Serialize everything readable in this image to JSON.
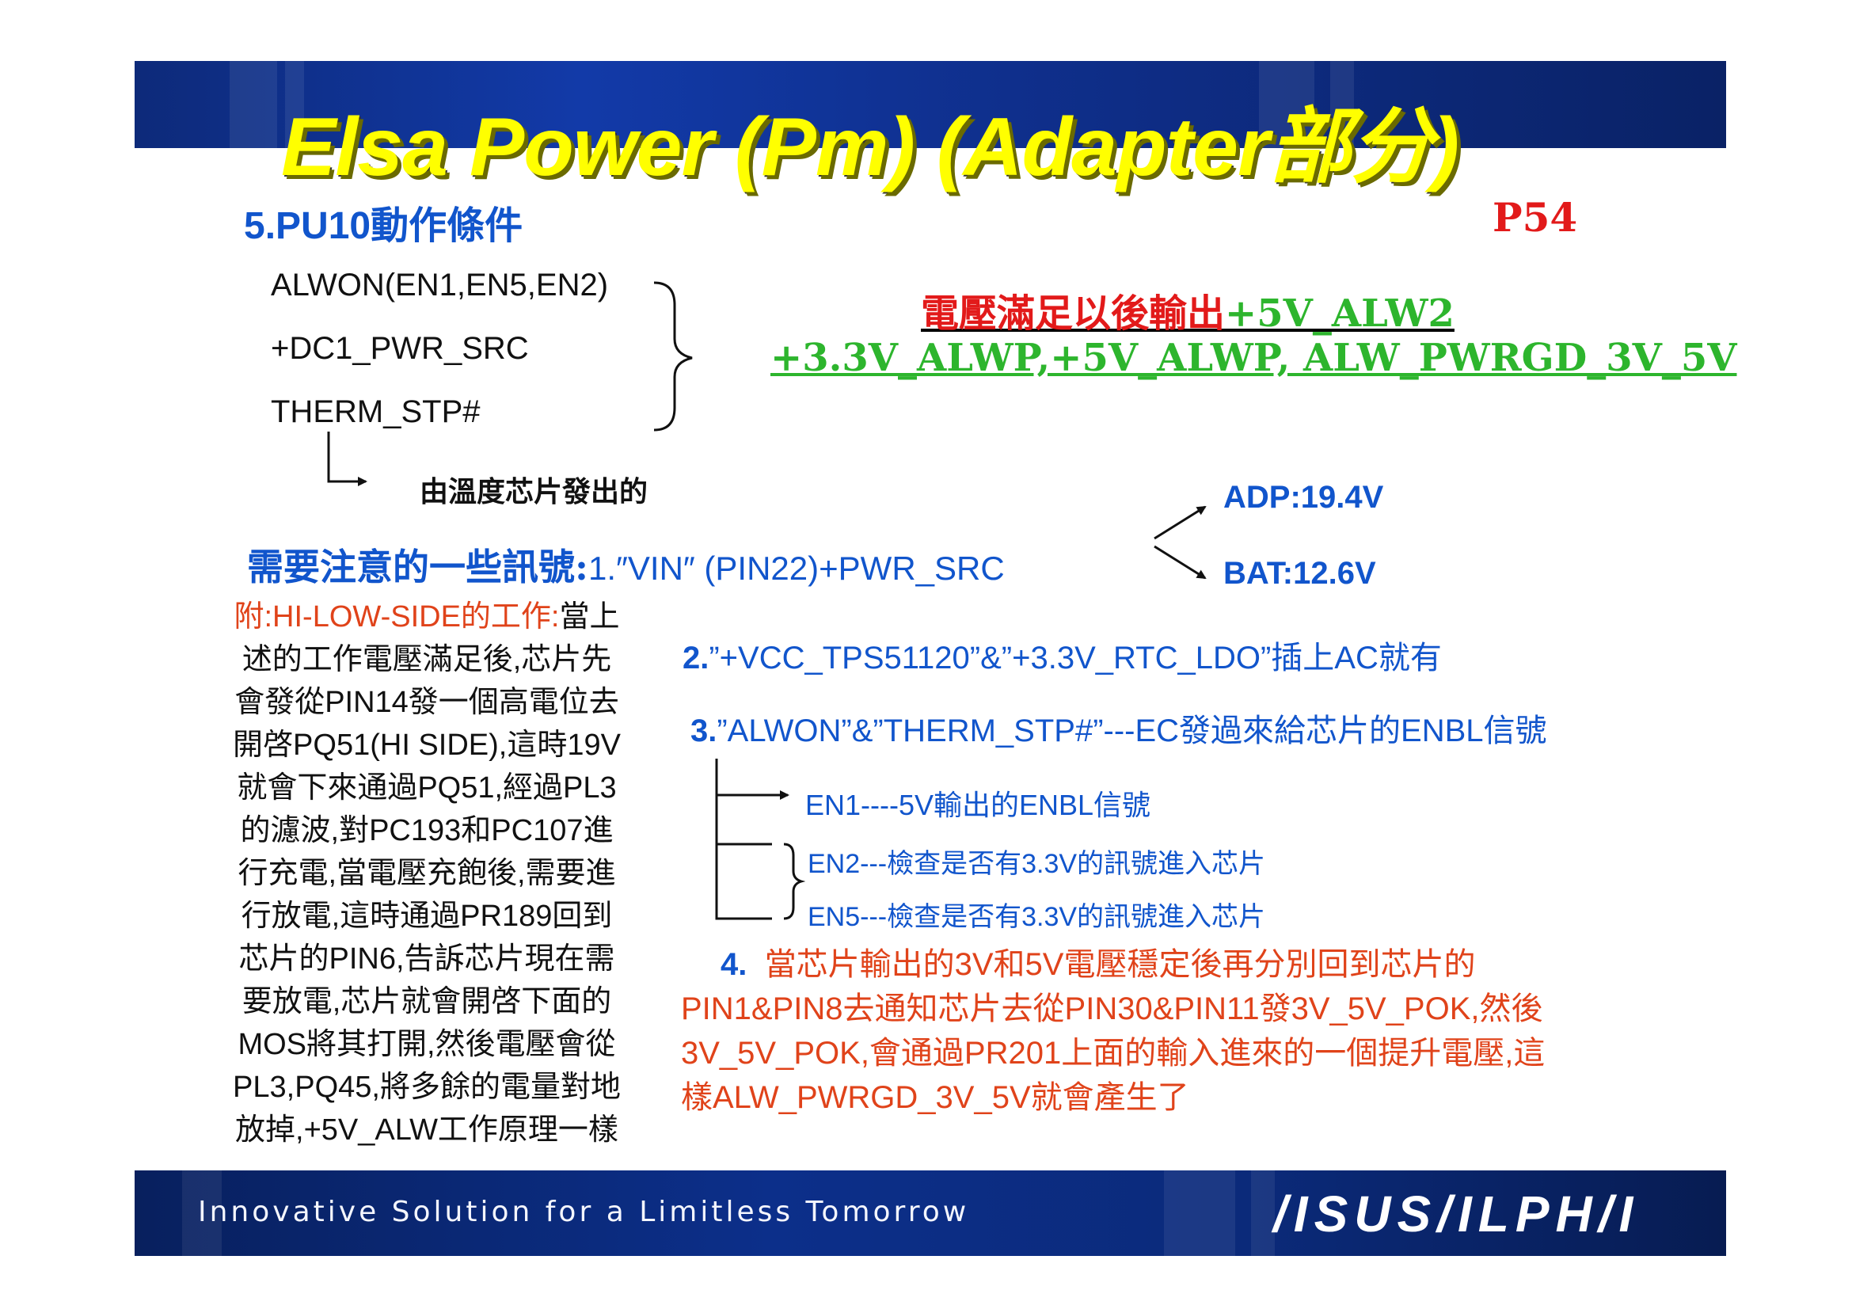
{
  "header": {
    "title": "Elsa Power  (Pm) (Adapter部分)"
  },
  "section": {
    "heading": "5.PU10動作條件",
    "page_ref": "P54"
  },
  "conditions": {
    "items": [
      "ALWON(EN1,EN5,EN2)",
      "+DC1_PWR_SRC",
      "THERM_STP#"
    ],
    "thermal_note": "由溫度芯片發出的"
  },
  "result": {
    "line1_prefix": "電壓滿足以後輸出",
    "line1_signal": "+5V_ALW2",
    "line2": "+3.3V_ALWP,+5V_ALWP, ALW_PWRGD_3V_5V"
  },
  "notice": {
    "label": "需要注意的一些訊號:",
    "item1": "1.″VIN″ (PIN22)+PWR_SRC",
    "adp": "ADP:19.4V",
    "bat": "BAT:12.6V",
    "item2_num": "2.",
    "item2_text": "”+VCC_TPS51120”&”+3.3V_RTC_LDO”插上AC就有",
    "item3_num": "3.",
    "item3_text": "”ALWON”&”THERM_STP#”---EC發過來給芯片的ENBL信號",
    "en1": "EN1----5V輸出的ENBL信號",
    "en2": "EN2---檢查是否有3.3V的訊號進入芯片",
    "en5": "EN5---檢查是否有3.3V的訊號進入芯片",
    "item4_num": "4.",
    "item4_lines": [
      "當芯片輸出的3V和5V電壓穩定後再分別回到芯片的",
      "PIN1&PIN8去通知芯片去從PIN30&PIN11發3V_5V_POK,然後",
      "3V_5V_POK,會通過PR201上面的輸入進來的一個提升電壓,這",
      "樣ALW_PWRGD_3V_5V就會產生了"
    ]
  },
  "appendix": {
    "first_prefix": "附:HI-LOW-SIDE的工作:",
    "first_suffix": "當上",
    "lines": [
      "述的工作電壓滿足後,芯片先",
      "會發從PIN14發一個高電位去",
      "開啓PQ51(HI SIDE),這時19V",
      "就會下來通過PQ51,經過PL3",
      "的濾波,對PC193和PC107進",
      "行充電,當電壓充飽後,需要進",
      "行放電,這時通過PR189回到",
      "芯片的PIN6,告訴芯片現在需",
      "要放電,芯片就會開啓下面的",
      "MOS將其打開,然後電壓會從",
      "PL3,PQ45,將多餘的電量對地",
      "放掉,+5V_ALW工作原理一樣"
    ]
  },
  "footer": {
    "tagline": "Innovative Solution for a Limitless Tomorrow",
    "logo": "/ISUS/ILPH/I"
  },
  "colors": {
    "title": "#ffff00",
    "band": "#123aa8",
    "blue_text": "#1155cc",
    "red_text": "#e21a1a",
    "green_text": "#2db52d",
    "orange_text": "#e0431a"
  }
}
